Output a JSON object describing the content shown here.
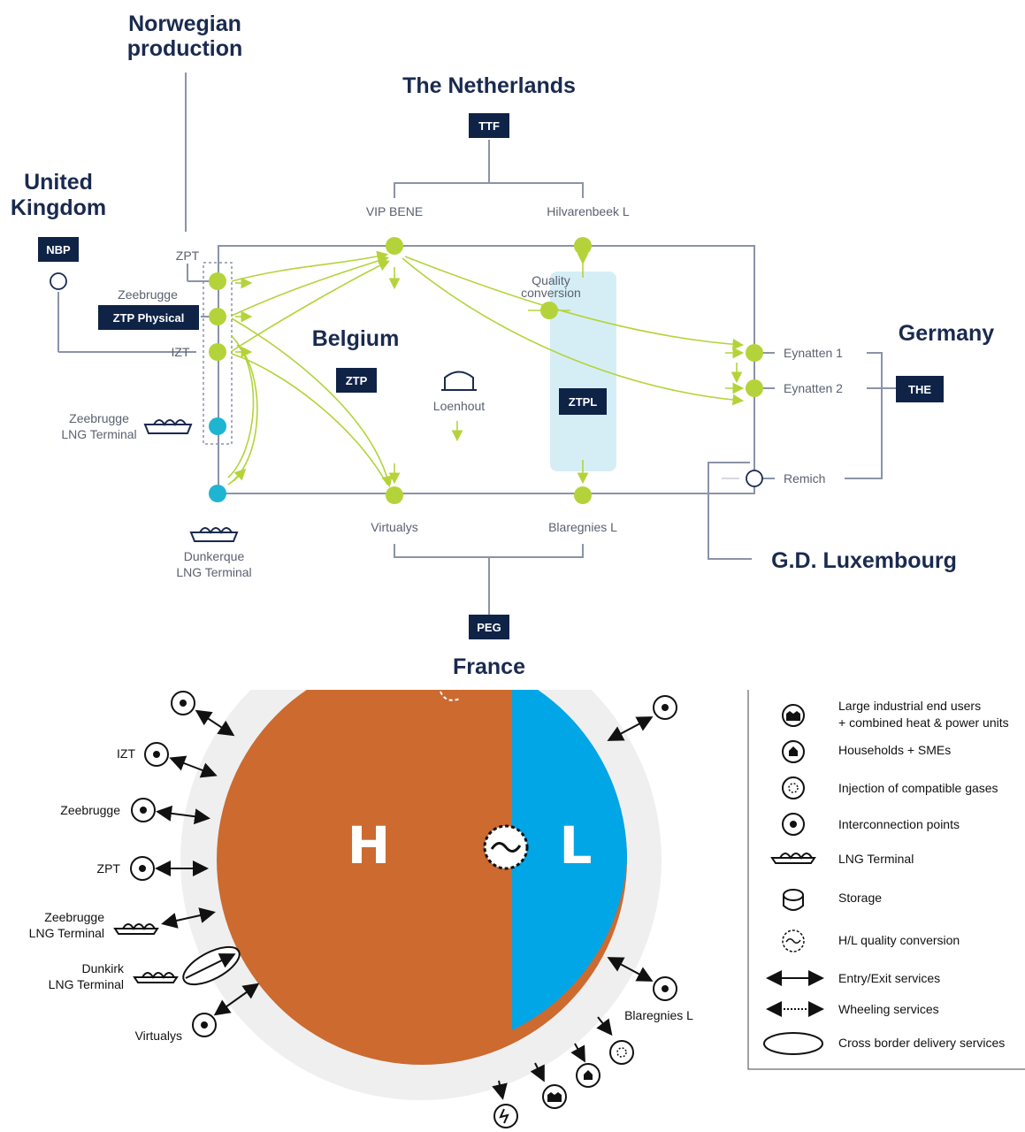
{
  "top_diagram": {
    "regions": {
      "norway": [
        "Norwegian",
        "production"
      ],
      "netherlands": "The Netherlands",
      "uk": [
        "United",
        "Kingdom"
      ],
      "belgium": "Belgium",
      "germany": "Germany",
      "luxembourg": "G.D. Luxembourg",
      "france": "France"
    },
    "hubs": {
      "ttf": "TTF",
      "nbp": "NBP",
      "ztp_physical": "ZTP Physical",
      "ztp": "ZTP",
      "ztpl": "ZTPL",
      "the": "THE",
      "peg": "PEG"
    },
    "points": {
      "vip_bene": "VIP BENE",
      "hilvarenbeek": "Hilvarenbeek L",
      "zpt": "ZPT",
      "zeebrugge": "Zeebrugge",
      "izt": "IZT",
      "zeebrugge_lng": [
        "Zeebrugge",
        "LNG Terminal"
      ],
      "dunkerque_lng": [
        "Dunkerque",
        "LNG Terminal"
      ],
      "quality_conversion": [
        "Quality",
        "conversion"
      ],
      "loenhout": "Loenhout",
      "eynatten1": "Eynatten  1",
      "eynatten2": "Eynatten  2",
      "remich": "Remich",
      "virtualys": "Virtualys",
      "blaregnies": "Blaregnies L"
    },
    "colors": {
      "navy": "#0f2347",
      "green": "#b4d33a",
      "cyan": "#1eb4d2",
      "frame": "#8a93a8"
    }
  },
  "bottom_diagram": {
    "zone_h": "H",
    "zone_l": "L",
    "points": {
      "izt": "IZT",
      "zeebrugge": "Zeebrugge",
      "zpt": "ZPT",
      "zeebrugge_lng": [
        "Zeebrugge",
        "LNG Terminal"
      ],
      "dunkirk_lng": [
        "Dunkirk",
        "LNG Terminal"
      ],
      "virtualys": "Virtualys",
      "blaregnies": "Blaregnies L"
    },
    "colors": {
      "h": "#cc6a30",
      "l": "#00a6e6",
      "ring": "#efefef"
    },
    "legend": [
      {
        "icon": "factory-icon",
        "text": [
          "Large industrial end users",
          "+ combined heat & power units"
        ]
      },
      {
        "icon": "house-icon",
        "text": [
          "Households + SMEs"
        ]
      },
      {
        "icon": "injection-icon",
        "text": [
          "Injection of compatible gases"
        ]
      },
      {
        "icon": "interconnection-icon",
        "text": [
          "Interconnection points"
        ]
      },
      {
        "icon": "lng-terminal-icon",
        "text": [
          "LNG Terminal"
        ]
      },
      {
        "icon": "storage-icon",
        "text": [
          "Storage"
        ]
      },
      {
        "icon": "quality-conversion-icon",
        "text": [
          "H/L quality conversion"
        ]
      },
      {
        "icon": "double-arrow-icon",
        "text": [
          "Entry/Exit services"
        ]
      },
      {
        "icon": "dotted-arrow-icon",
        "text": [
          "Wheeling services"
        ]
      },
      {
        "icon": "ellipse-icon",
        "text": [
          "Cross border delivery services"
        ]
      }
    ]
  }
}
